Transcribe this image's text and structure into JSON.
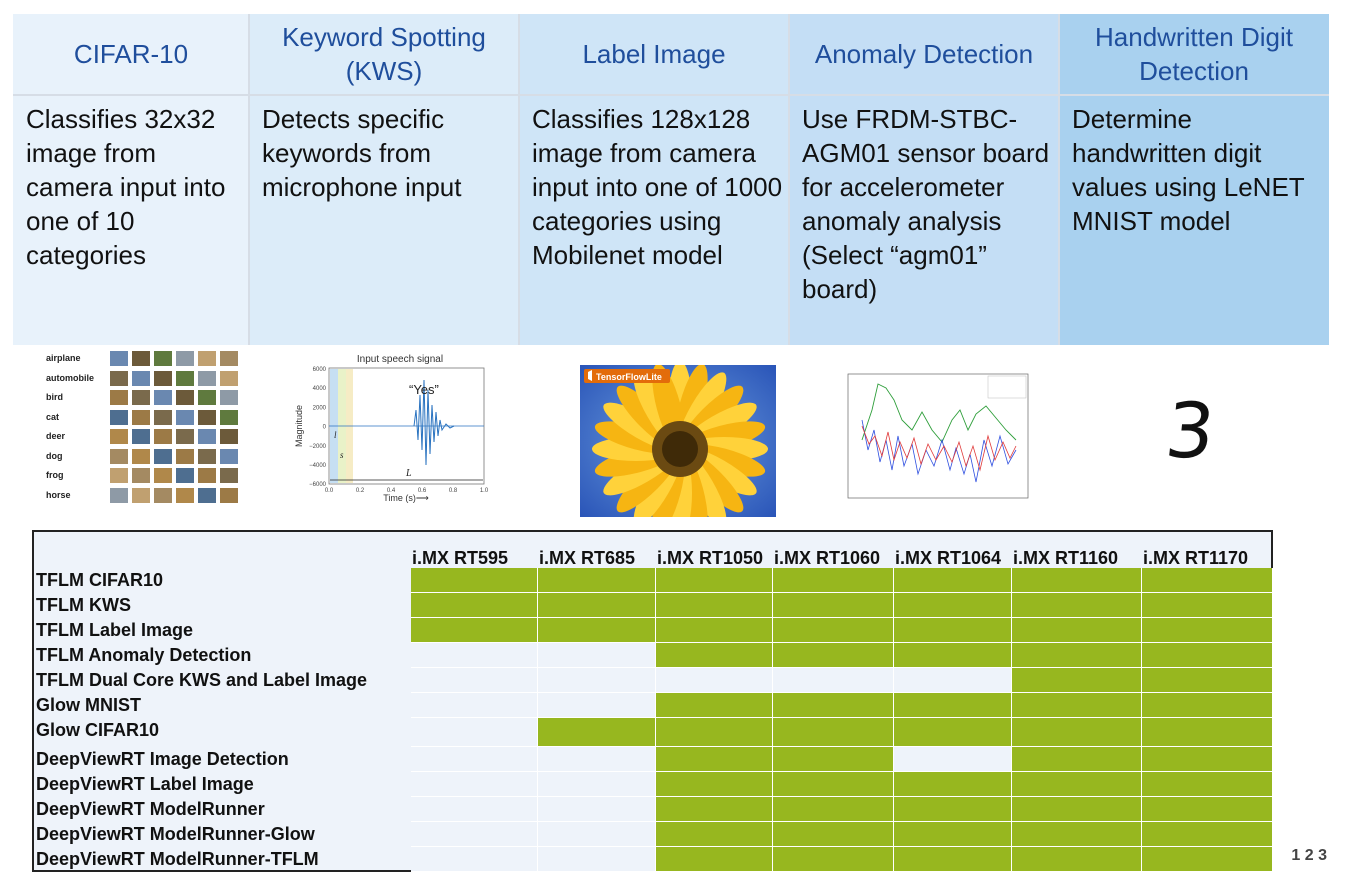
{
  "features": [
    {
      "title": "CIFAR-10",
      "desc": "Classifies 32x32 image from camera input into one of 10 categories",
      "bg": "#e8f2fb"
    },
    {
      "title": "Keyword Spotting (KWS)",
      "desc": "Detects specific keywords from microphone input",
      "bg": "#dcecf9"
    },
    {
      "title": "Label Image",
      "desc": "Classifies 128x128 image from camera input into one of 1000 categories using Mobilenet model",
      "bg": "#cfe5f7"
    },
    {
      "title": "Anomaly Detection",
      "desc": "Use FRDM-STBC-AGM01 sensor board for accelerometer anomaly analysis (Select “agm01” board)",
      "bg": "#c4def5"
    },
    {
      "title": "Handwritten Digit Detection",
      "desc": "Determine handwritten digit values using LeNET MNIST model",
      "bg": "#a9d1ef"
    }
  ],
  "cifar_labels": [
    "airplane",
    "automobile",
    "bird",
    "cat",
    "deer",
    "dog",
    "frog",
    "horse"
  ],
  "kws_chart": {
    "title": "Input speech signal",
    "annotation": "“Yes”",
    "ylabel": "Magnitude",
    "xlabel": "Time (s)⟶",
    "yticks": [
      "6000",
      "4000",
      "2000",
      "0",
      "−2000",
      "−4000",
      "−6000"
    ],
    "xticks": [
      "0.0",
      "0.2",
      "0.4",
      "0.6",
      "0.8",
      "1.0"
    ],
    "marks": [
      "l",
      "s",
      "L"
    ]
  },
  "tflite_logo": "TensorFlowLite",
  "digit": "3",
  "matrix": {
    "columns": [
      "i.MX RT595",
      "i.MX RT685",
      "i.MX RT1050",
      "i.MX RT1060",
      "i.MX RT1064",
      "i.MX RT1160",
      "i.MX RT1170"
    ],
    "rows": [
      {
        "label": "TFLM CIFAR10",
        "support": [
          1,
          1,
          1,
          1,
          1,
          1,
          1
        ]
      },
      {
        "label": "TFLM  KWS",
        "support": [
          1,
          1,
          1,
          1,
          1,
          1,
          1
        ]
      },
      {
        "label": "TFLM Label Image",
        "support": [
          1,
          1,
          1,
          1,
          1,
          1,
          1
        ]
      },
      {
        "label": "TFLM Anomaly Detection",
        "support": [
          0,
          0,
          1,
          1,
          1,
          1,
          1
        ]
      },
      {
        "label": "TFLM Dual Core KWS and Label Image",
        "support": [
          0,
          0,
          0,
          0,
          0,
          1,
          1
        ]
      },
      {
        "label": "Glow MNIST",
        "support": [
          0,
          0,
          1,
          1,
          1,
          1,
          1
        ]
      },
      {
        "label": "Glow CIFAR10",
        "support": [
          0,
          1,
          1,
          1,
          1,
          1,
          1
        ]
      },
      {
        "label": "DeepViewRT Image Detection",
        "support": [
          0,
          0,
          1,
          1,
          0,
          1,
          1
        ]
      },
      {
        "label": "DeepViewRT Label Image",
        "support": [
          0,
          0,
          1,
          1,
          1,
          1,
          1
        ]
      },
      {
        "label": "DeepViewRT ModelRunner",
        "support": [
          0,
          0,
          1,
          1,
          1,
          1,
          1
        ]
      },
      {
        "label": "DeepViewRT ModelRunner-Glow",
        "support": [
          0,
          0,
          1,
          1,
          1,
          1,
          1
        ]
      },
      {
        "label": "DeepViewRT ModelRunner-TFLM",
        "support": [
          0,
          0,
          1,
          1,
          1,
          1,
          1
        ]
      }
    ],
    "supported_color": "#97b71f",
    "unsupported_color": "#eef3fa"
  },
  "page_number": "1 2 3"
}
